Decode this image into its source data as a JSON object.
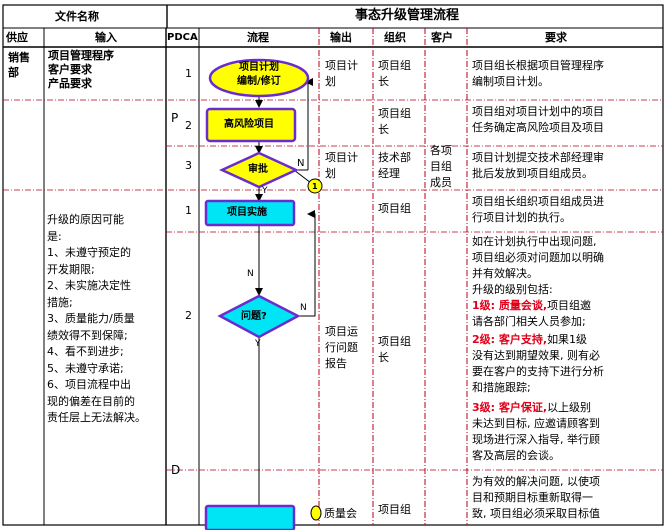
{
  "header": {
    "doc_name_label": "文件名称",
    "process_title": "事态升级管理流程",
    "columns": {
      "supplier": "供应",
      "input": "输入",
      "pdca": "PDCA",
      "flow": "流程",
      "output": "输出",
      "organization": "组织",
      "customer": "客户",
      "requirement": "要求"
    }
  },
  "rows": {
    "r1": {
      "supplier": "销售部",
      "input_lines": [
        "项目管理程序",
        "客户要求",
        "产品要求"
      ],
      "step": "1",
      "node": [
        "项目计划",
        "编制/修订"
      ],
      "output": [
        "项目计",
        "划"
      ],
      "org": [
        "项目组",
        "长"
      ],
      "req": [
        "项目组长根据项目管理程序",
        "编制项目计划。"
      ]
    },
    "r2": {
      "pdca": "P",
      "step": "2",
      "node": "高风险项目",
      "org": [
        "项目组",
        "长"
      ],
      "req": [
        "项目组对项目计划中的项目",
        "任务确定高风险项目及项目"
      ]
    },
    "r3": {
      "step": "3",
      "node": "审批",
      "no_label": "N",
      "yes_label": "Y",
      "connector": "1",
      "output": [
        "项目计",
        "划"
      ],
      "org": [
        "技术部",
        "经理"
      ],
      "customer": [
        "各项",
        "目组",
        "成员"
      ],
      "req": [
        "项目计划提交技术部经理审",
        "批后发放到项目组成员。"
      ]
    },
    "r4": {
      "step": "1",
      "node": "项目实施",
      "org": [
        "项目组"
      ],
      "req": [
        "项目组长组织项目组成员进",
        "行项目计划的执行。"
      ],
      "reason_lines": [
        "升级的原因可能",
        "是:",
        "1、未遵守预定的",
        "开发期限;",
        "2、未实施决定性",
        "措施;",
        "3、质量能力/质量",
        "绩效得不到保障;",
        "4、看不到进步;",
        "5、未遵守承诺;",
        "6、项目流程中出",
        "现的偏差在目前的",
        "责任层上无法解决。"
      ]
    },
    "r5": {
      "step": "2",
      "node": "问题?",
      "n_label": "N",
      "n_label2": "N",
      "y_label": "Y",
      "output": [
        "项目运",
        "行问题",
        "报告"
      ],
      "org": [
        "项目组",
        "长"
      ],
      "req_lines": [
        "如在计划执行中出现问题,",
        "项目组必须对问题加以明确",
        "并有效解决。",
        "升级的级别包括:"
      ],
      "level1_tag": "1级: 质量会谈,",
      "level1_rest": "项目组邀",
      "level1_line2": "请各部门相关人员参加;",
      "level2_tag": "2级: 客户支持,",
      "level2_rest": "如果1级",
      "level2_lines": [
        "没有达到期望效果, 则有必",
        "要在客户的支持下进行分析",
        "和措施跟踪;"
      ],
      "level3_tag": "3级: 客户保证,",
      "level3_rest": "以上级别",
      "level3_lines": [
        "未达到目标, 应邀请顾客到",
        "现场进行深入指导, 举行顾",
        "客及高层的会谈。"
      ]
    },
    "r6": {
      "pdca": "D",
      "output_partial": "质量会",
      "org_partial": "项目组",
      "req_lines": [
        "为有效的解决问题, 以使项",
        "目和预期目标重新取得一",
        "致, 项目组必须采取目标值"
      ]
    }
  },
  "colors": {
    "yellow": "#ffff00",
    "cyan": "#00e5f5",
    "purple": "#6a2ccf",
    "dashed_red": "#b4001e",
    "level_red": "#e0001a"
  }
}
